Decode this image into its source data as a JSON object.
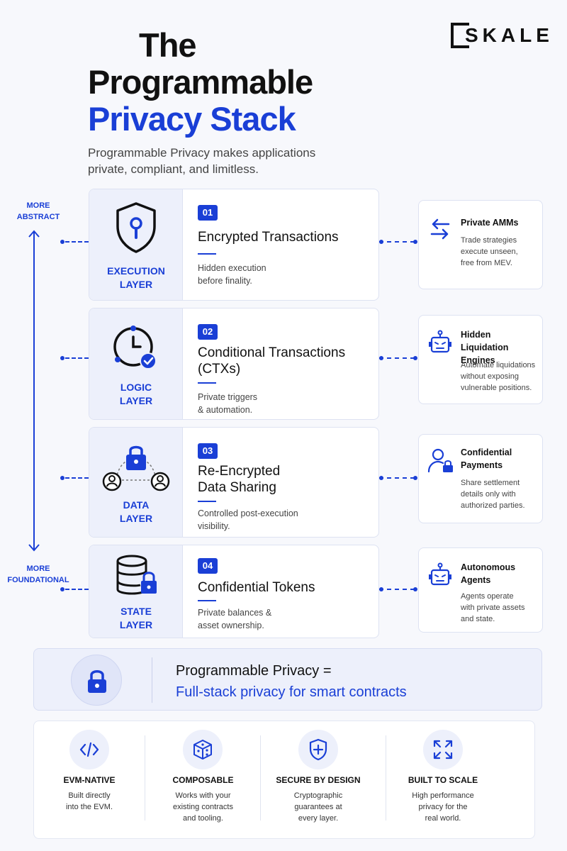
{
  "header": {
    "title_line1": "The",
    "title_line2": "Programmable",
    "title_line3": "Privacy Stack",
    "subtitle_line1": "Programmable Privacy makes applications",
    "subtitle_line2": "private, compliant, and limitless.",
    "logo_text": "SKALE"
  },
  "axis": {
    "top_line1": "MORE",
    "top_line2": "ABSTRACT",
    "bottom_line1": "MORE",
    "bottom_line2": "FOUNDATIONAL"
  },
  "layers": [
    {
      "name_line1": "EXECUTION",
      "name_line2": "LAYER",
      "number": "01",
      "title_line1": "Encrypted Transactions",
      "title_line2": "",
      "desc_line1": "Hidden execution",
      "desc_line2": "before finality.",
      "icon": "shield-keyhole-icon"
    },
    {
      "name_line1": "LOGIC",
      "name_line2": "LAYER",
      "number": "02",
      "title_line1": "Conditional Transactions",
      "title_line2": "(CTXs)",
      "desc_line1": "Private triggers",
      "desc_line2": "& automation.",
      "icon": "clock-check-icon"
    },
    {
      "name_line1": "DATA",
      "name_line2": "LAYER",
      "number": "03",
      "title_line1": "Re-Encrypted",
      "title_line2": "Data Sharing",
      "desc_line1": "Controlled post-execution",
      "desc_line2": "visibility.",
      "icon": "lock-share-users-icon"
    },
    {
      "name_line1": "STATE",
      "name_line2": "LAYER",
      "number": "04",
      "title_line1": "Confidential Tokens",
      "title_line2": "",
      "desc_line1": "Private balances &",
      "desc_line2": "asset ownership.",
      "icon": "database-lock-icon"
    }
  ],
  "use_cases": [
    {
      "title_line1": "Private AMMs",
      "title_line2": "",
      "desc_line1": "Trade strategies",
      "desc_line2": "execute unseen,",
      "desc_line3": "free from MEV.",
      "icon": "swap-arrows-icon"
    },
    {
      "title_line1": "Hidden Liquidation",
      "title_line2": "Engines",
      "desc_line1": "Automate liquidations",
      "desc_line2": "without exposing",
      "desc_line3": "vulnerable positions.",
      "icon": "robot-icon"
    },
    {
      "title_line1": "Confidential",
      "title_line2": "Payments",
      "desc_line1": "Share settlement",
      "desc_line2": "details only with",
      "desc_line3": "authorized parties.",
      "icon": "user-lock-icon"
    },
    {
      "title_line1": "Autonomous",
      "title_line2": "Agents",
      "desc_line1": "Agents operate",
      "desc_line2": "with private assets",
      "desc_line3": "and state.",
      "icon": "robot-icon"
    }
  ],
  "banner": {
    "line1": "Programmable Privacy =",
    "line2": "Full-stack privacy for smart contracts",
    "icon": "lock-icon"
  },
  "features": [
    {
      "title": "EVM-NATIVE",
      "desc_line1": "Built directly",
      "desc_line2": "into the EVM.",
      "desc_line3": "",
      "icon": "code-icon"
    },
    {
      "title": "COMPOSABLE",
      "desc_line1": "Works with your",
      "desc_line2": "existing contracts",
      "desc_line3": "and tooling.",
      "icon": "cube-icon"
    },
    {
      "title": "SECURE BY DESIGN",
      "desc_line1": "Cryptographic",
      "desc_line2": "guarantees at",
      "desc_line3": "every layer.",
      "icon": "shield-plus-icon"
    },
    {
      "title": "BUILT TO SCALE",
      "desc_line1": "High performance",
      "desc_line2": "privacy for the",
      "desc_line3": "real world.",
      "icon": "expand-arrows-icon"
    }
  ],
  "colors": {
    "accent": "#1a3fd6",
    "text": "#111111",
    "panel": "#edf0fb",
    "background": "#f7f8fc"
  }
}
